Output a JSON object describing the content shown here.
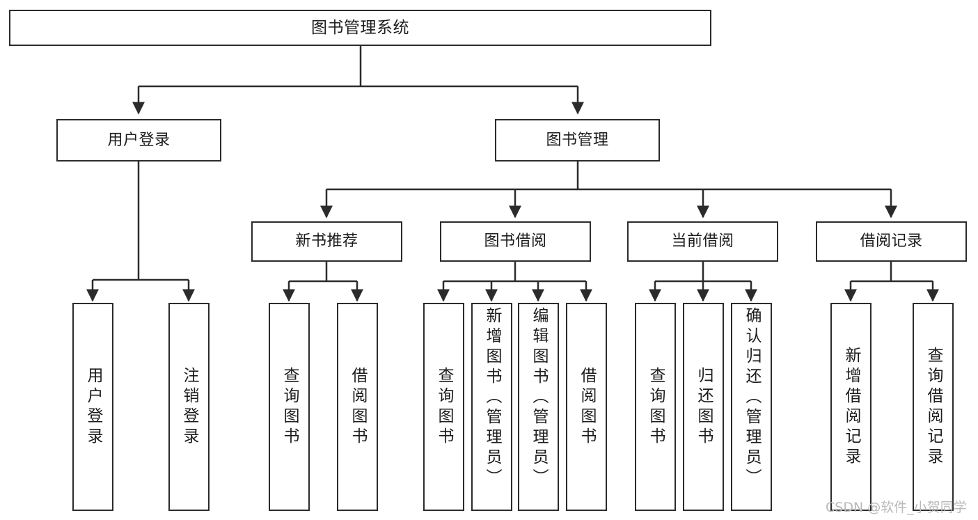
{
  "diagram": {
    "title": "图书管理系统",
    "type": "tree-hierarchy-chart",
    "watermark": "CSDN @软件_小贺同学",
    "colors": {
      "stroke": "#2b2b2b",
      "fill": "#ffffff",
      "text": "#1c1c1c",
      "watermark": "#b9b9b9"
    },
    "levels": {
      "root": {
        "label": "图书管理系统"
      },
      "level2": [
        {
          "id": "user-login",
          "label": "用户登录"
        },
        {
          "id": "book-management",
          "label": "图书管理"
        }
      ],
      "level3": [
        {
          "id": "new-book-recommend",
          "label": "新书推荐"
        },
        {
          "id": "book-borrow",
          "label": "图书借阅"
        },
        {
          "id": "current-borrow",
          "label": "当前借阅"
        },
        {
          "id": "borrow-record",
          "label": "借阅记录"
        }
      ],
      "leaves": [
        {
          "id": "leaf-user-login",
          "label": "用户登录",
          "parent": "user-login"
        },
        {
          "id": "leaf-logout",
          "label": "注销登录",
          "parent": "user-login"
        },
        {
          "id": "leaf-query-book-1",
          "label": "查询图书",
          "parent": "new-book-recommend"
        },
        {
          "id": "leaf-borrow-book-1",
          "label": "借阅图书",
          "parent": "new-book-recommend"
        },
        {
          "id": "leaf-query-book-2",
          "label": "查询图书",
          "parent": "book-borrow"
        },
        {
          "id": "leaf-add-book",
          "label": "新增图书（管理员）",
          "parent": "book-borrow"
        },
        {
          "id": "leaf-edit-book",
          "label": "编辑图书（管理员）",
          "parent": "book-borrow"
        },
        {
          "id": "leaf-borrow-book-2",
          "label": "借阅图书",
          "parent": "book-borrow"
        },
        {
          "id": "leaf-query-book-3",
          "label": "查询图书",
          "parent": "current-borrow"
        },
        {
          "id": "leaf-return-book",
          "label": "归还图书",
          "parent": "current-borrow"
        },
        {
          "id": "leaf-confirm-return",
          "label": "确认归还（管理员）",
          "parent": "current-borrow"
        },
        {
          "id": "leaf-add-record",
          "label": "新增借阅记录",
          "parent": "borrow-record"
        },
        {
          "id": "leaf-query-record",
          "label": "查询借阅记录",
          "parent": "borrow-record"
        }
      ]
    }
  }
}
